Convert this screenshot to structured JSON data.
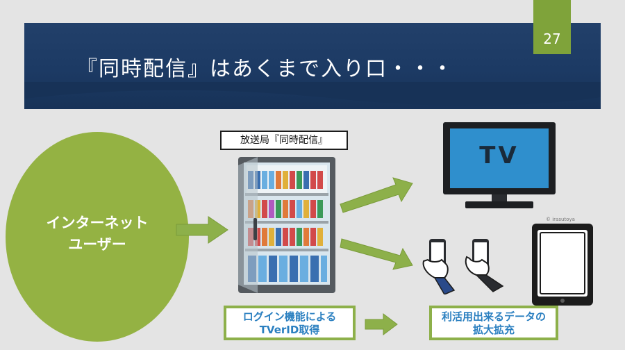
{
  "slide": {
    "title": "『同時配信』はあくまで入り口・・・",
    "page_number": "27"
  },
  "circle": {
    "line1": "インターネット",
    "line2": "ユーザー"
  },
  "broadcaster_label": "放送局『同時配信』",
  "tv_screen_text": "TV",
  "login_box": {
    "line1": "ログイン機能による",
    "line2": "TVerID取得"
  },
  "data_box": {
    "line1": "利活用出来るデータの",
    "line2": "拡大拡充"
  },
  "watermark": "© irasutoya",
  "colors": {
    "banner": "#1c3a64",
    "accent_green": "#8db04a",
    "circle_green": "#94b243",
    "box_text_blue": "#2a7fc0",
    "tv_screen": "#2f8fcd"
  }
}
